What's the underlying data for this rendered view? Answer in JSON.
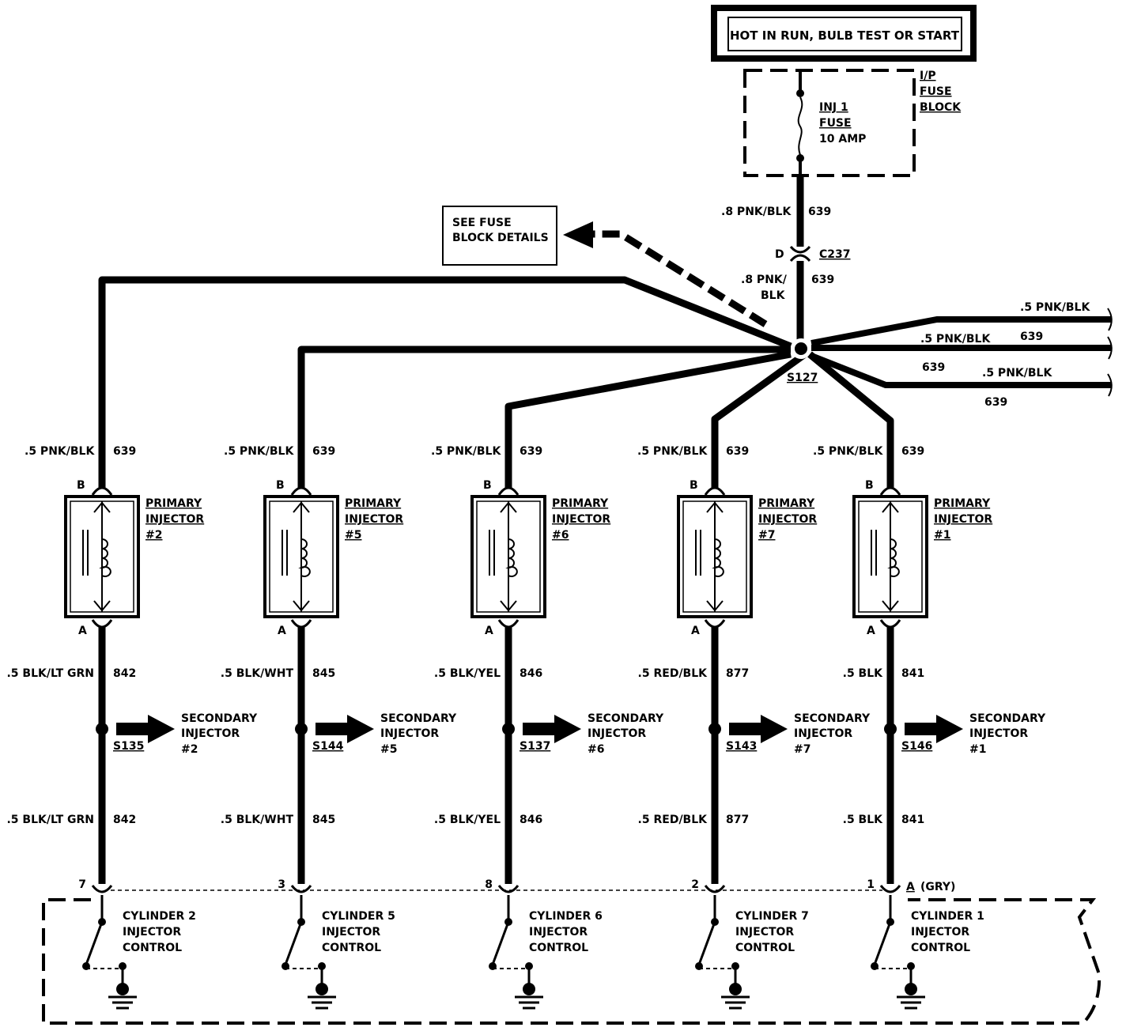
{
  "power": {
    "title": "HOT IN RUN, BULB TEST OR START",
    "fuse_block": [
      "I/P",
      "FUSE",
      "BLOCK"
    ],
    "fuse": [
      "INJ 1",
      "FUSE",
      "10 AMP"
    ]
  },
  "feed": {
    "wire_top": ".8 PNK/BLK",
    "circuit_top": "639",
    "conn_pin": "D",
    "conn_id": "C237",
    "wire_mid_1": ".8 PNK/",
    "wire_mid_2": "BLK",
    "circuit_mid": "639",
    "splice": "S127",
    "see_fuse": [
      "SEE FUSE",
      "BLOCK DETAILS"
    ]
  },
  "right_wires": [
    {
      "wire": ".5 PNK/BLK",
      "circuit": "639"
    },
    {
      "wire": ".5 PNK/BLK",
      "circuit": "639"
    },
    {
      "wire": ".5 PNK/BLK",
      "circuit": "639"
    }
  ],
  "injectors": [
    {
      "feed_wire": ".5 PNK/BLK",
      "feed_circuit": "639",
      "pin_b": "B",
      "pin_a": "A",
      "label": [
        "PRIMARY",
        "INJECTOR",
        "#2"
      ],
      "ctrl_wire": ".5 BLK/LT GRN",
      "ctrl_circuit": "842",
      "splice": "S135",
      "secondary": [
        "SECONDARY",
        "INJECTOR",
        "#2"
      ],
      "pcm_pin": "7",
      "control": [
        "CYLINDER 2",
        "INJECTOR",
        "CONTROL"
      ]
    },
    {
      "feed_wire": ".5 PNK/BLK",
      "feed_circuit": "639",
      "pin_b": "B",
      "pin_a": "A",
      "label": [
        "PRIMARY",
        "INJECTOR",
        "#5"
      ],
      "ctrl_wire": ".5 BLK/WHT",
      "ctrl_circuit": "845",
      "splice": "S144",
      "secondary": [
        "SECONDARY",
        "INJECTOR",
        "#5"
      ],
      "pcm_pin": "3",
      "control": [
        "CYLINDER 5",
        "INJECTOR",
        "CONTROL"
      ]
    },
    {
      "feed_wire": ".5 PNK/BLK",
      "feed_circuit": "639",
      "pin_b": "B",
      "pin_a": "A",
      "label": [
        "PRIMARY",
        "INJECTOR",
        "#6"
      ],
      "ctrl_wire": ".5 BLK/YEL",
      "ctrl_circuit": "846",
      "splice": "S137",
      "secondary": [
        "SECONDARY",
        "INJECTOR",
        "#6"
      ],
      "pcm_pin": "8",
      "control": [
        "CYLINDER 6",
        "INJECTOR",
        "CONTROL"
      ]
    },
    {
      "feed_wire": ".5 PNK/BLK",
      "feed_circuit": "639",
      "pin_b": "B",
      "pin_a": "A",
      "label": [
        "PRIMARY",
        "INJECTOR",
        "#7"
      ],
      "ctrl_wire": ".5 RED/BLK",
      "ctrl_circuit": "877",
      "splice": "S143",
      "secondary": [
        "SECONDARY",
        "INJECTOR",
        "#7"
      ],
      "pcm_pin": "2",
      "control": [
        "CYLINDER 7",
        "INJECTOR",
        "CONTROL"
      ]
    },
    {
      "feed_wire": ".5 PNK/BLK",
      "feed_circuit": "639",
      "pin_b": "B",
      "pin_a": "A",
      "label": [
        "PRIMARY",
        "INJECTOR",
        "#1"
      ],
      "ctrl_wire": ".5 BLK",
      "ctrl_circuit": "841",
      "splice": "S146",
      "secondary": [
        "SECONDARY",
        "INJECTOR",
        "#1"
      ],
      "pcm_pin": "1",
      "control": [
        "CYLINDER 1",
        "INJECTOR",
        "CONTROL"
      ]
    }
  ],
  "pcm_connector": {
    "id": "A",
    "color": "(GRY)"
  }
}
